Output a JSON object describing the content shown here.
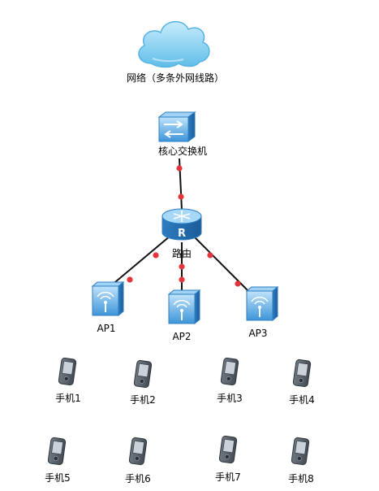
{
  "network": {
    "label": "网络（多条外网线路）"
  },
  "core_switch": {
    "label": "核心交换机"
  },
  "router": {
    "label": "路由",
    "glyph": "R"
  },
  "access_points": [
    {
      "label": "AP1"
    },
    {
      "label": "AP2"
    },
    {
      "label": "AP3"
    }
  ],
  "phones": [
    {
      "label": "手机1"
    },
    {
      "label": "手机2"
    },
    {
      "label": "手机3"
    },
    {
      "label": "手机4"
    },
    {
      "label": "手机5"
    },
    {
      "label": "手机6"
    },
    {
      "label": "手机7"
    },
    {
      "label": "手机8"
    }
  ],
  "colors": {
    "device_blue": "#5aa9e6",
    "device_dark": "#2f7fc4",
    "link": "#111111",
    "connector_dot": "#e2363c",
    "cloud": "#8fd4f5"
  }
}
